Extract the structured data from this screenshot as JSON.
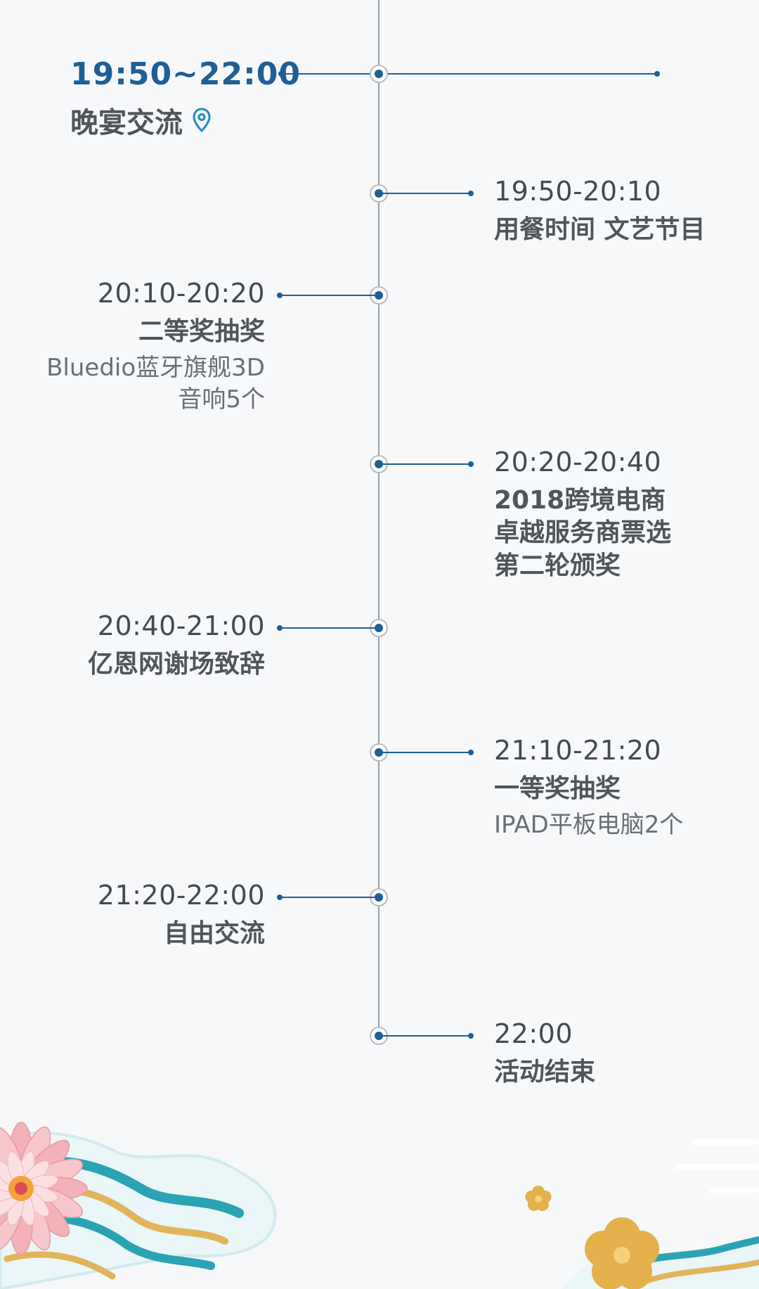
{
  "header": {
    "time": "19:50~22:00",
    "title": "晚宴交流",
    "location_icon": "map-pin-icon"
  },
  "events": [
    {
      "time": "19:50-20:10",
      "title": "用餐时间 文艺节目",
      "desc": ""
    },
    {
      "time": "20:10-20:20",
      "title": "二等奖抽奖",
      "desc": "Bluedio蓝牙旗舰3D\n音响5个"
    },
    {
      "time": "20:20-20:40",
      "title": "2018跨境电商\n卓越服务商票选\n第二轮颁奖",
      "desc": ""
    },
    {
      "time": "20:40-21:00",
      "title": "亿恩网谢场致辞",
      "desc": ""
    },
    {
      "time": "21:10-21:20",
      "title": "一等奖抽奖",
      "desc": "IPAD平板电脑2个"
    },
    {
      "time": "21:20-22:00",
      "title": "自由交流",
      "desc": ""
    },
    {
      "time": "22:00",
      "title": "活动结束",
      "desc": ""
    }
  ],
  "colors": {
    "accent": "#1e5f96",
    "line": "#9aa0a6",
    "background": "#f7f8fa",
    "text": "#555a5f",
    "cloud_teal": "#2aa3b4",
    "cloud_gold": "#e0b45a",
    "flower_pink": "#f3b1b8"
  }
}
